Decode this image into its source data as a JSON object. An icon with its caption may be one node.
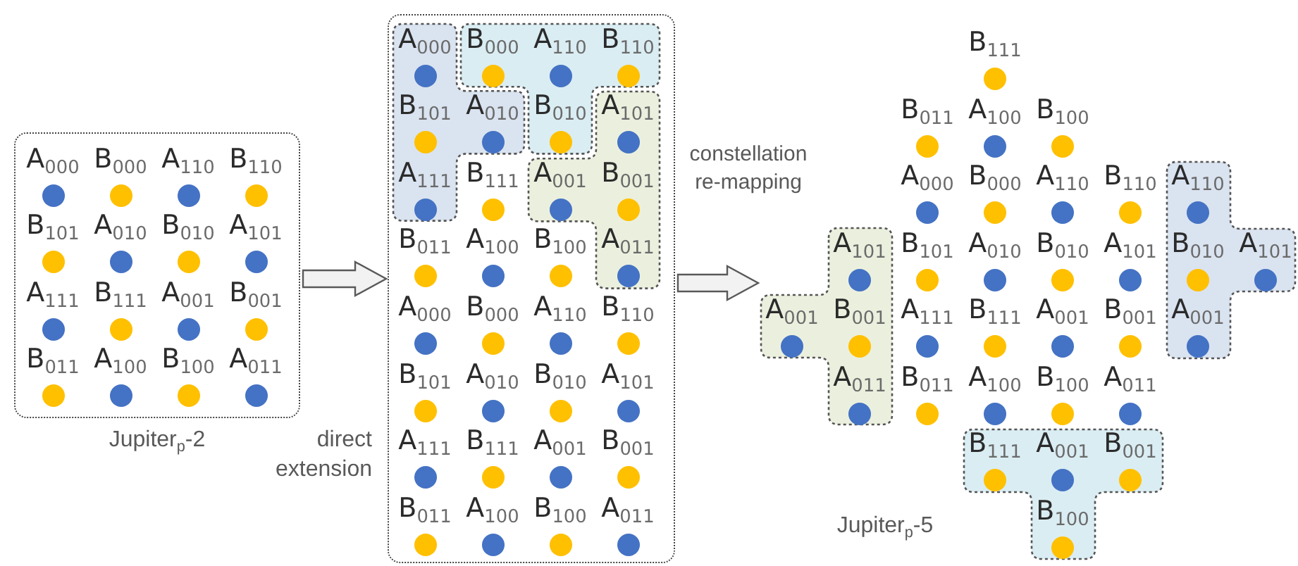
{
  "diagram": {
    "nodes": [
      {
        "text": [
          "A$_{000}$",
          "B$_{000}$",
          "A$_{110}$",
          "B$_{110}$",
          "B$_{101}$",
          "A$_{010}$",
          "B$_{010}$",
          "A$_{101}$",
          "A$_{111}$",
          "B$_{111}$",
          "A$_{001}$",
          "B$_{001}$",
          "B$_{011}$",
          "A$_{100}$",
          "B$_{100}$",
          "A$_{011}$"
        ],
        "beside": [
          "Jupiter$_{p}$-2"
        ]
      },
      {
        "text": [
          "B$_{111}$",
          "B$_{011}$",
          "A$_{100}$",
          "B$_{100}$",
          "A$_{000}$",
          "B$_{000}$",
          "A$_{110}$",
          "B$_{110}$",
          "B$_{101}$",
          "A$_{010}$",
          "B$_{010}$",
          "A$_{101}$",
          "A$_{111}$",
          "B$_{111}$",
          "A$_{001}$",
          "B$_{001}$",
          "B$_{011}$",
          "A$_{100}$",
          "B$_{100}$",
          "A$_{011}$"
        ]
      },
      {
        "text": [
          "A$_{000}$",
          "B$_{101}$",
          "A$_{010}$",
          "A$_{111}$"
        ],
        "in": 1
      },
      {
        "text": [
          "B$_{000}$",
          "A$_{110}$",
          "B$_{110}$",
          "B$_{010}$"
        ],
        "in": 1
      },
      {
        "text": [
          "A$_{101}$",
          "A$_{001}$",
          "B$_{001}$",
          "A$_{011}$"
        ],
        "in": 1
      },
      {
        "text": [
          "A$_{101}$",
          "A$_{001}$",
          "B$_{001}$",
          "A$_{011}$"
        ]
      },
      {
        "text": [
          "A$_{110}$",
          "B$_{010}$",
          "A$_{101}$",
          "A$_{001}$"
        ]
      },
      {
        "text": [
          "B$_{111}$",
          "A$_{001}$",
          "B$_{001}$",
          "B$_{100}$"
        ]
      }
    ],
    "edges": [
      {
        "from": 0,
        "to": 1,
        "arrow": "to"
      },
      {
        "from": 1,
        "to": null,
        "arrow": "to",
        "label": "constellation re-mapping"
      }
    ],
    "labels": [
      "B$_{111}$",
      "B$_{011}$",
      "A$_{100}$",
      "B$_{100}$",
      "A$_{000}$",
      "B$_{000}$",
      "A$_{110}$",
      "B$_{110}$",
      "B$_{101}$",
      "A$_{010}$",
      "B$_{010}$",
      "A$_{101}$",
      "A$_{111}$",
      "B$_{111}$",
      "A$_{001}$",
      "B$_{001}$",
      "B$_{011}$",
      "A$_{100}$",
      "B$_{100}$",
      "A$_{011}$",
      "direct extension",
      "Jupiter$_{p}$-5"
    ]
  }
}
